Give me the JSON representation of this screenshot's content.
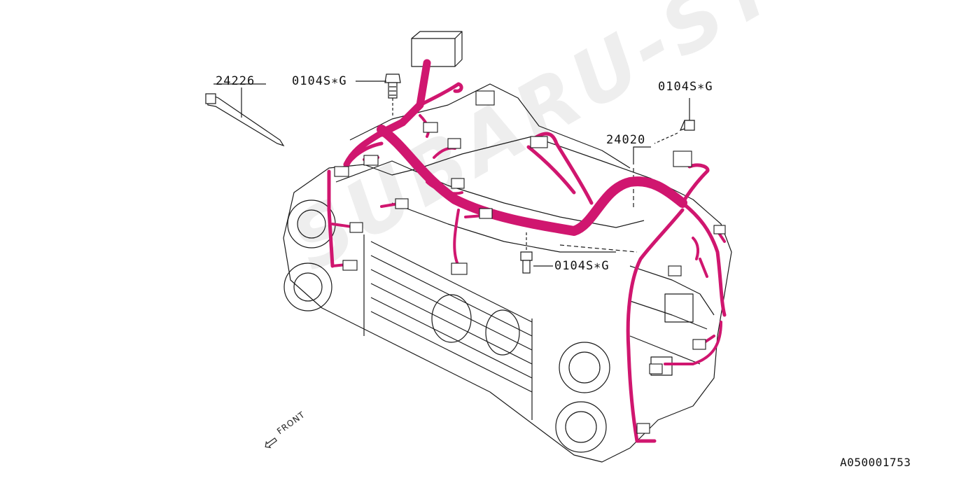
{
  "labels": {
    "clip_part": "24226",
    "bolt_top_left": "0104S∗G",
    "bolt_top_right": "0104S∗G",
    "harness_part": "24020",
    "bolt_center": "0104S∗G",
    "front_direction": "FRONT",
    "diagram_code": "A050001753"
  },
  "watermark": "SUBARU-STI.cz",
  "colors": {
    "harness": "#d0166f",
    "line_art": "#1a1a1a",
    "background": "#ffffff"
  },
  "icons": {
    "front_arrow": "arrow-front-icon"
  }
}
